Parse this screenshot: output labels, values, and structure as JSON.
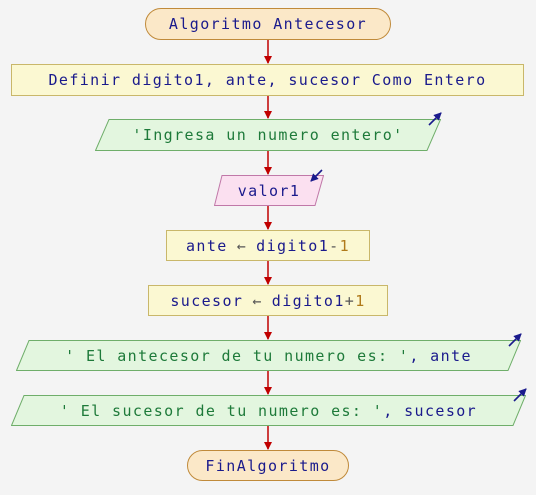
{
  "nodes": {
    "start": "Algoritmo Antecesor",
    "define": "Definir digito1, ante, sucesor Como Entero",
    "prompt": "'Ingresa un numero entero'",
    "read": "valor1",
    "calc_ante": {
      "lhs": "ante",
      "op": "←",
      "rhs_var": "digito1",
      "rhs_op": "-",
      "rhs_num": "1"
    },
    "calc_suc": {
      "lhs": "sucesor",
      "op": "←",
      "rhs_var": "digito1",
      "rhs_op": "+",
      "rhs_num": "1"
    },
    "out1": {
      "str": "' El antecesor de tu numero es: '",
      "rest": ", ante"
    },
    "out2": {
      "str": "' El sucesor de tu numero es: '",
      "rest": ", sucesor"
    },
    "end": "FinAlgoritmo"
  },
  "colors": {
    "terminal_fill": "#fbe8c8",
    "process_fill": "#fbf8d2",
    "output_fill": "#e3f6df",
    "input_fill": "#fbe0f0",
    "arrow": "#c00000",
    "text": "#1a1a8c"
  }
}
